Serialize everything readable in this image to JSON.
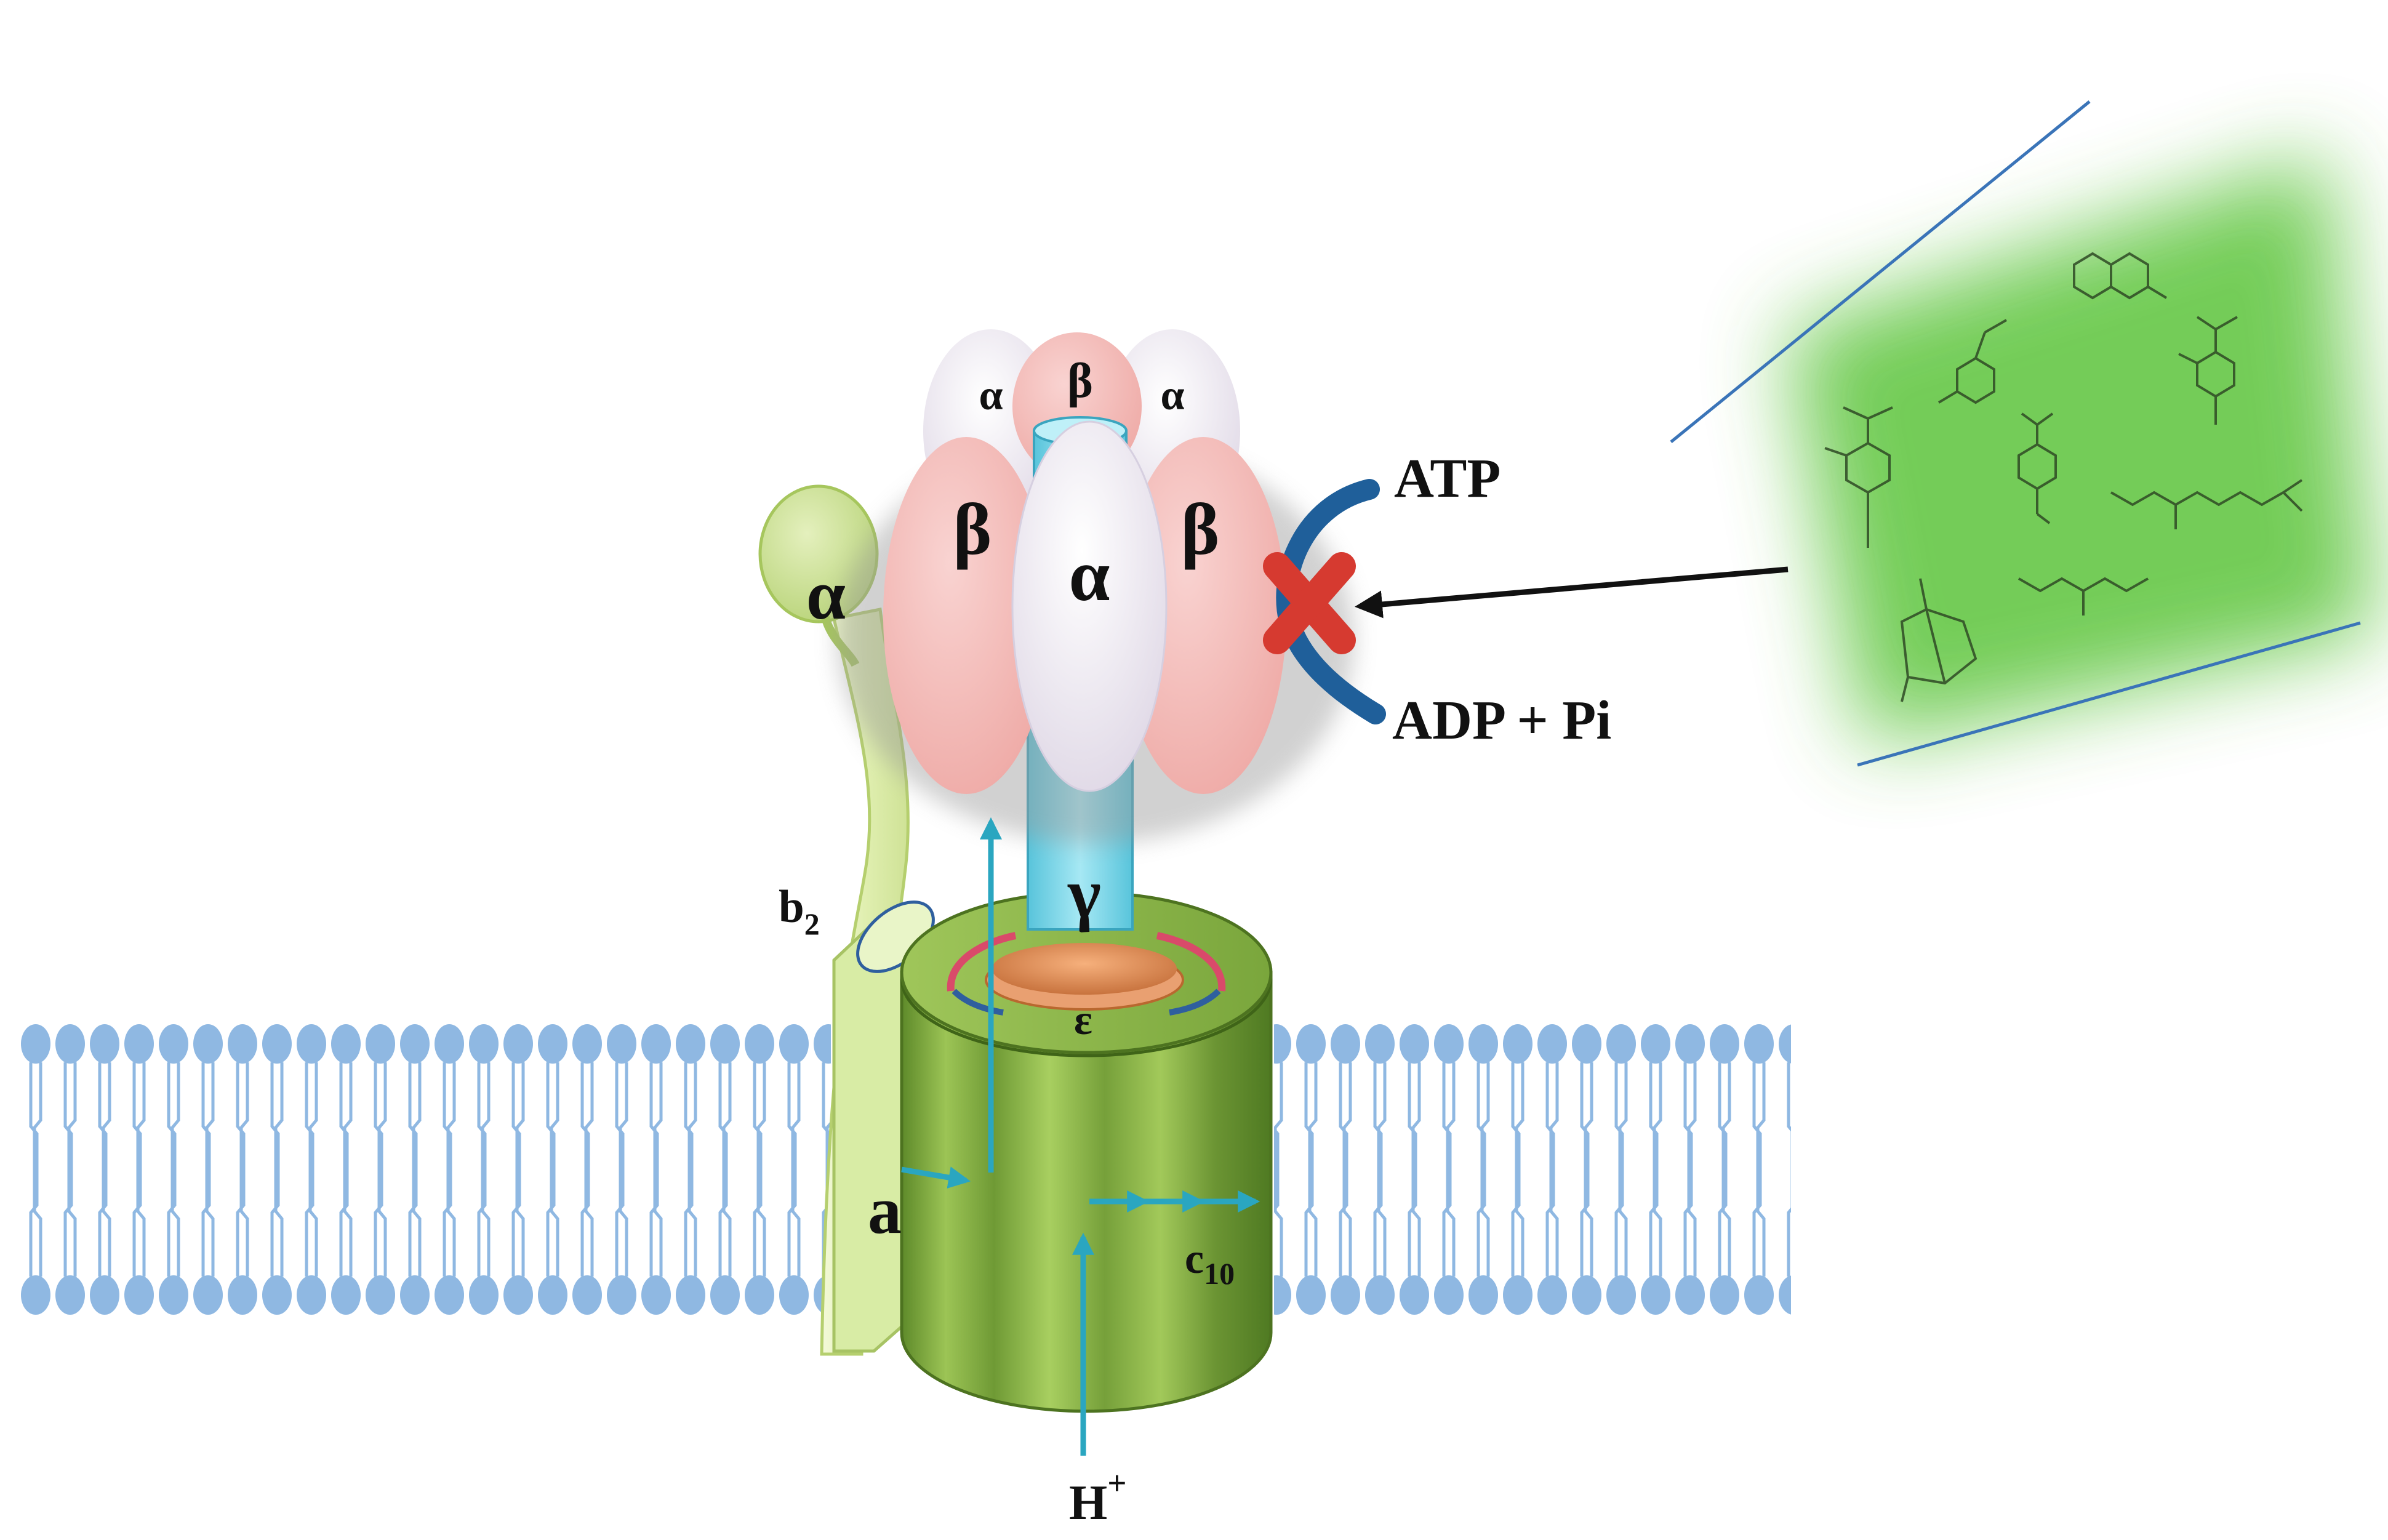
{
  "subunits": {
    "alpha_back_left": "α",
    "beta_back": "β",
    "alpha_back_right": "α",
    "beta_front_left": "β",
    "alpha_front": "α",
    "beta_front_right": "β",
    "alpha_delta": "α",
    "gamma": "γ",
    "epsilon": "ε",
    "b2_base": "b",
    "b2_sub": "2",
    "a": "a",
    "c_base": "c",
    "c_sub": "10"
  },
  "labels": {
    "atp": "ATP",
    "adp": "ADP + Pi",
    "proton_base": "H",
    "proton_sup": "+"
  },
  "colors": {
    "membrane": "#8fb8e2",
    "beta": "#f2b8b5",
    "alpha": "#e9e4ee",
    "stalk_alpha": "#c8df8c",
    "gamma": "#7fd8ea",
    "c_ring": "#8fb04a",
    "flow_arrow": "#2aa6c0",
    "inhibitor_glow": "#5cc43a",
    "block_mark": "#d63a30",
    "binding_site": "#1f5f9a"
  },
  "icons": {
    "block": "red-x-icon",
    "inhibitors": "chemical-structures-icon"
  }
}
